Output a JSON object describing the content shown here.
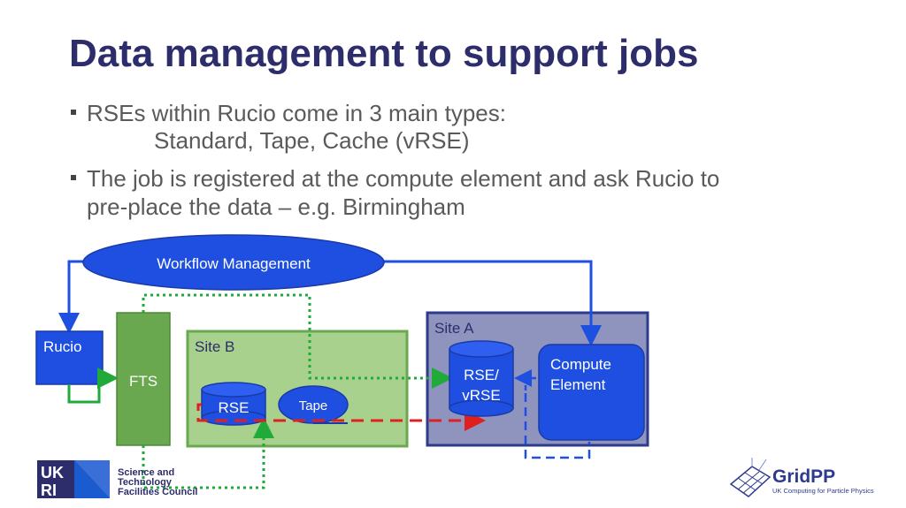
{
  "title": "Data management to support jobs",
  "bullets": [
    {
      "line1": "RSEs within Rucio come in 3 main types:",
      "line2": "Standard, Tape, Cache (vRSE)"
    },
    {
      "line1": "The job is registered at the compute element and ask Rucio to",
      "line2": "pre-place the data – e.g. Birmingham"
    }
  ],
  "diagram": {
    "workflow": "Workflow Management",
    "rucio": "Rucio",
    "fts": "FTS",
    "site_b": "Site B",
    "site_a": "Site A",
    "rse": "RSE",
    "tape": "Tape",
    "rse_vrse_1": "RSE/",
    "rse_vrse_2": "vRSE",
    "compute_1": "Compute",
    "compute_2": "Element"
  },
  "logos": {
    "ukri": "UKRI",
    "stfc_1": "Science and",
    "stfc_2": "Technology",
    "stfc_3": "Facilities Council",
    "gridpp": "GridPP",
    "gridpp_sub": "UK Computing for Particle Physics"
  },
  "colors": {
    "title": "#2e2d6b",
    "blue": "#1f4fe0",
    "green_link": "#1faa3a",
    "fts_green": "#6aa84f",
    "site_b_fill": "#a9d18e",
    "site_a_fill": "#8f94bf",
    "red_dashed": "#e0201f"
  }
}
